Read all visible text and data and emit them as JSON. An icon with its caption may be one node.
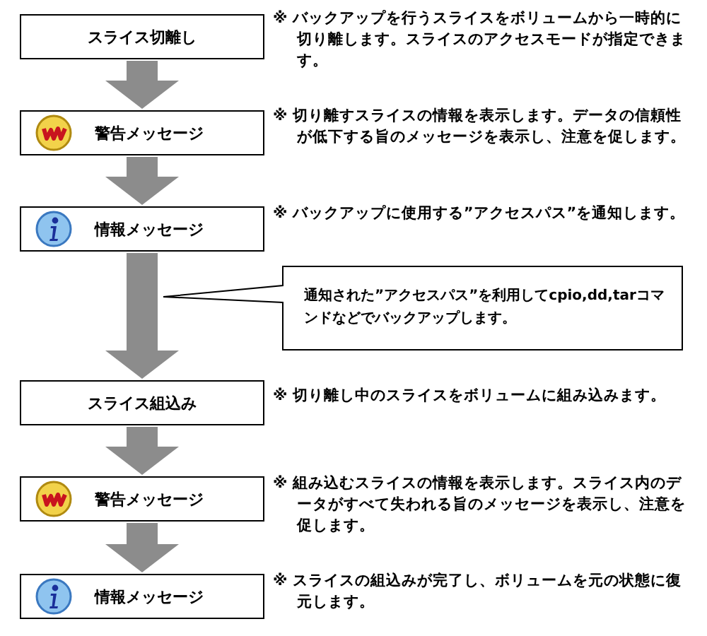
{
  "diagram": {
    "nodes": [
      {
        "text": [
          "スライス切離し"
        ],
        "beside": [
          "※ バックアップを行うスライスをボリュームから一時的に切り離します。スライスのアクセスモードが指定できます。"
        ]
      },
      {
        "text": [
          "警告メッセージ"
        ],
        "beside": [
          "※ 切り離すスライスの情報を表示します。データの信頼性が低下する旨のメッセージを表示し、注意を促します。"
        ]
      },
      {
        "text": [
          "情報メッセージ"
        ],
        "beside": [
          "※ バックアップに使用する”アクセスパス”を通知します。"
        ]
      },
      {
        "text": [
          "スライス組込み"
        ],
        "beside": [
          "※ 切り離し中のスライスをボリュームに組み込みます。"
        ]
      },
      {
        "text": [
          "警告メッセージ"
        ],
        "beside": [
          "※ 組み込むスライスの情報を表示します。スライス内のデータがすべて失われる旨のメッセージを表示し、注意を促します。"
        ]
      },
      {
        "text": [
          "情報メッセージ"
        ],
        "beside": [
          "※ スライスの組込みが完了し、ボリュームを元の状態に復元します。"
        ]
      },
      {
        "text": [
          "通知された”アクセスパス”を利用してcpio,dd,tarコマンドなどでバックアップします。"
        ]
      }
    ],
    "edges": [
      {
        "from": 0,
        "to": 1,
        "arrow": "to"
      },
      {
        "from": 1,
        "to": 2,
        "arrow": "to"
      },
      {
        "from": 2,
        "to": 3,
        "arrow": "to"
      },
      {
        "from": 3,
        "to": 4,
        "arrow": "to"
      },
      {
        "from": 4,
        "to": 5,
        "arrow": "to"
      }
    ]
  }
}
